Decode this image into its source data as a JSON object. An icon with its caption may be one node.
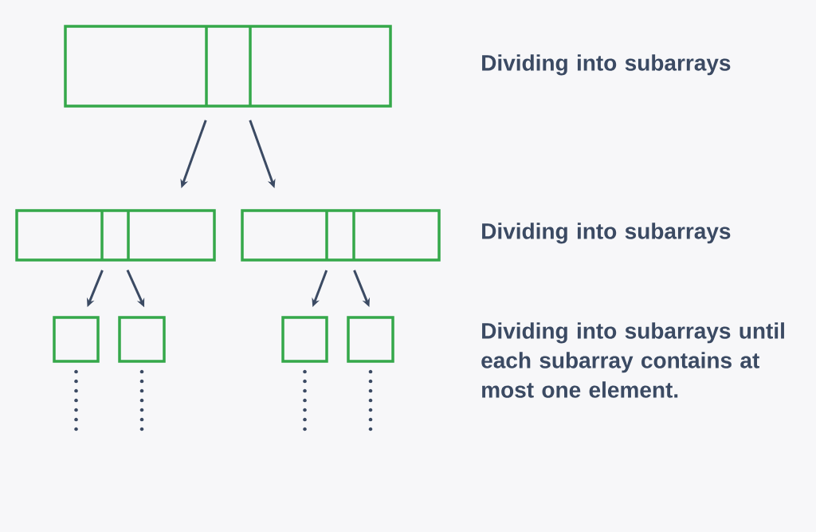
{
  "diagram": {
    "nodes": [
      {
        "text": [],
        "shape": "box"
      },
      {
        "text": [],
        "shape": "box"
      },
      {
        "text": [],
        "shape": "box"
      },
      {
        "text": [],
        "shape": "box"
      },
      {
        "text": [],
        "shape": "box"
      },
      {
        "text": [],
        "shape": "box"
      },
      {
        "text": [],
        "shape": "box"
      }
    ],
    "edges": [
      {
        "from": 0,
        "to": 1,
        "arrow": "to"
      },
      {
        "from": 0,
        "to": 2,
        "arrow": "to"
      },
      {
        "from": 1,
        "to": 3,
        "arrow": "to"
      },
      {
        "from": 1,
        "to": 4,
        "arrow": "to"
      },
      {
        "from": 2,
        "to": 5,
        "arrow": "to"
      },
      {
        "from": 2,
        "to": 6,
        "arrow": "to"
      }
    ],
    "labels": [
      "Dividing into subarrays",
      "Dividing into subarrays",
      "Dividing into subarrays until each subarray contains at most one element."
    ]
  }
}
